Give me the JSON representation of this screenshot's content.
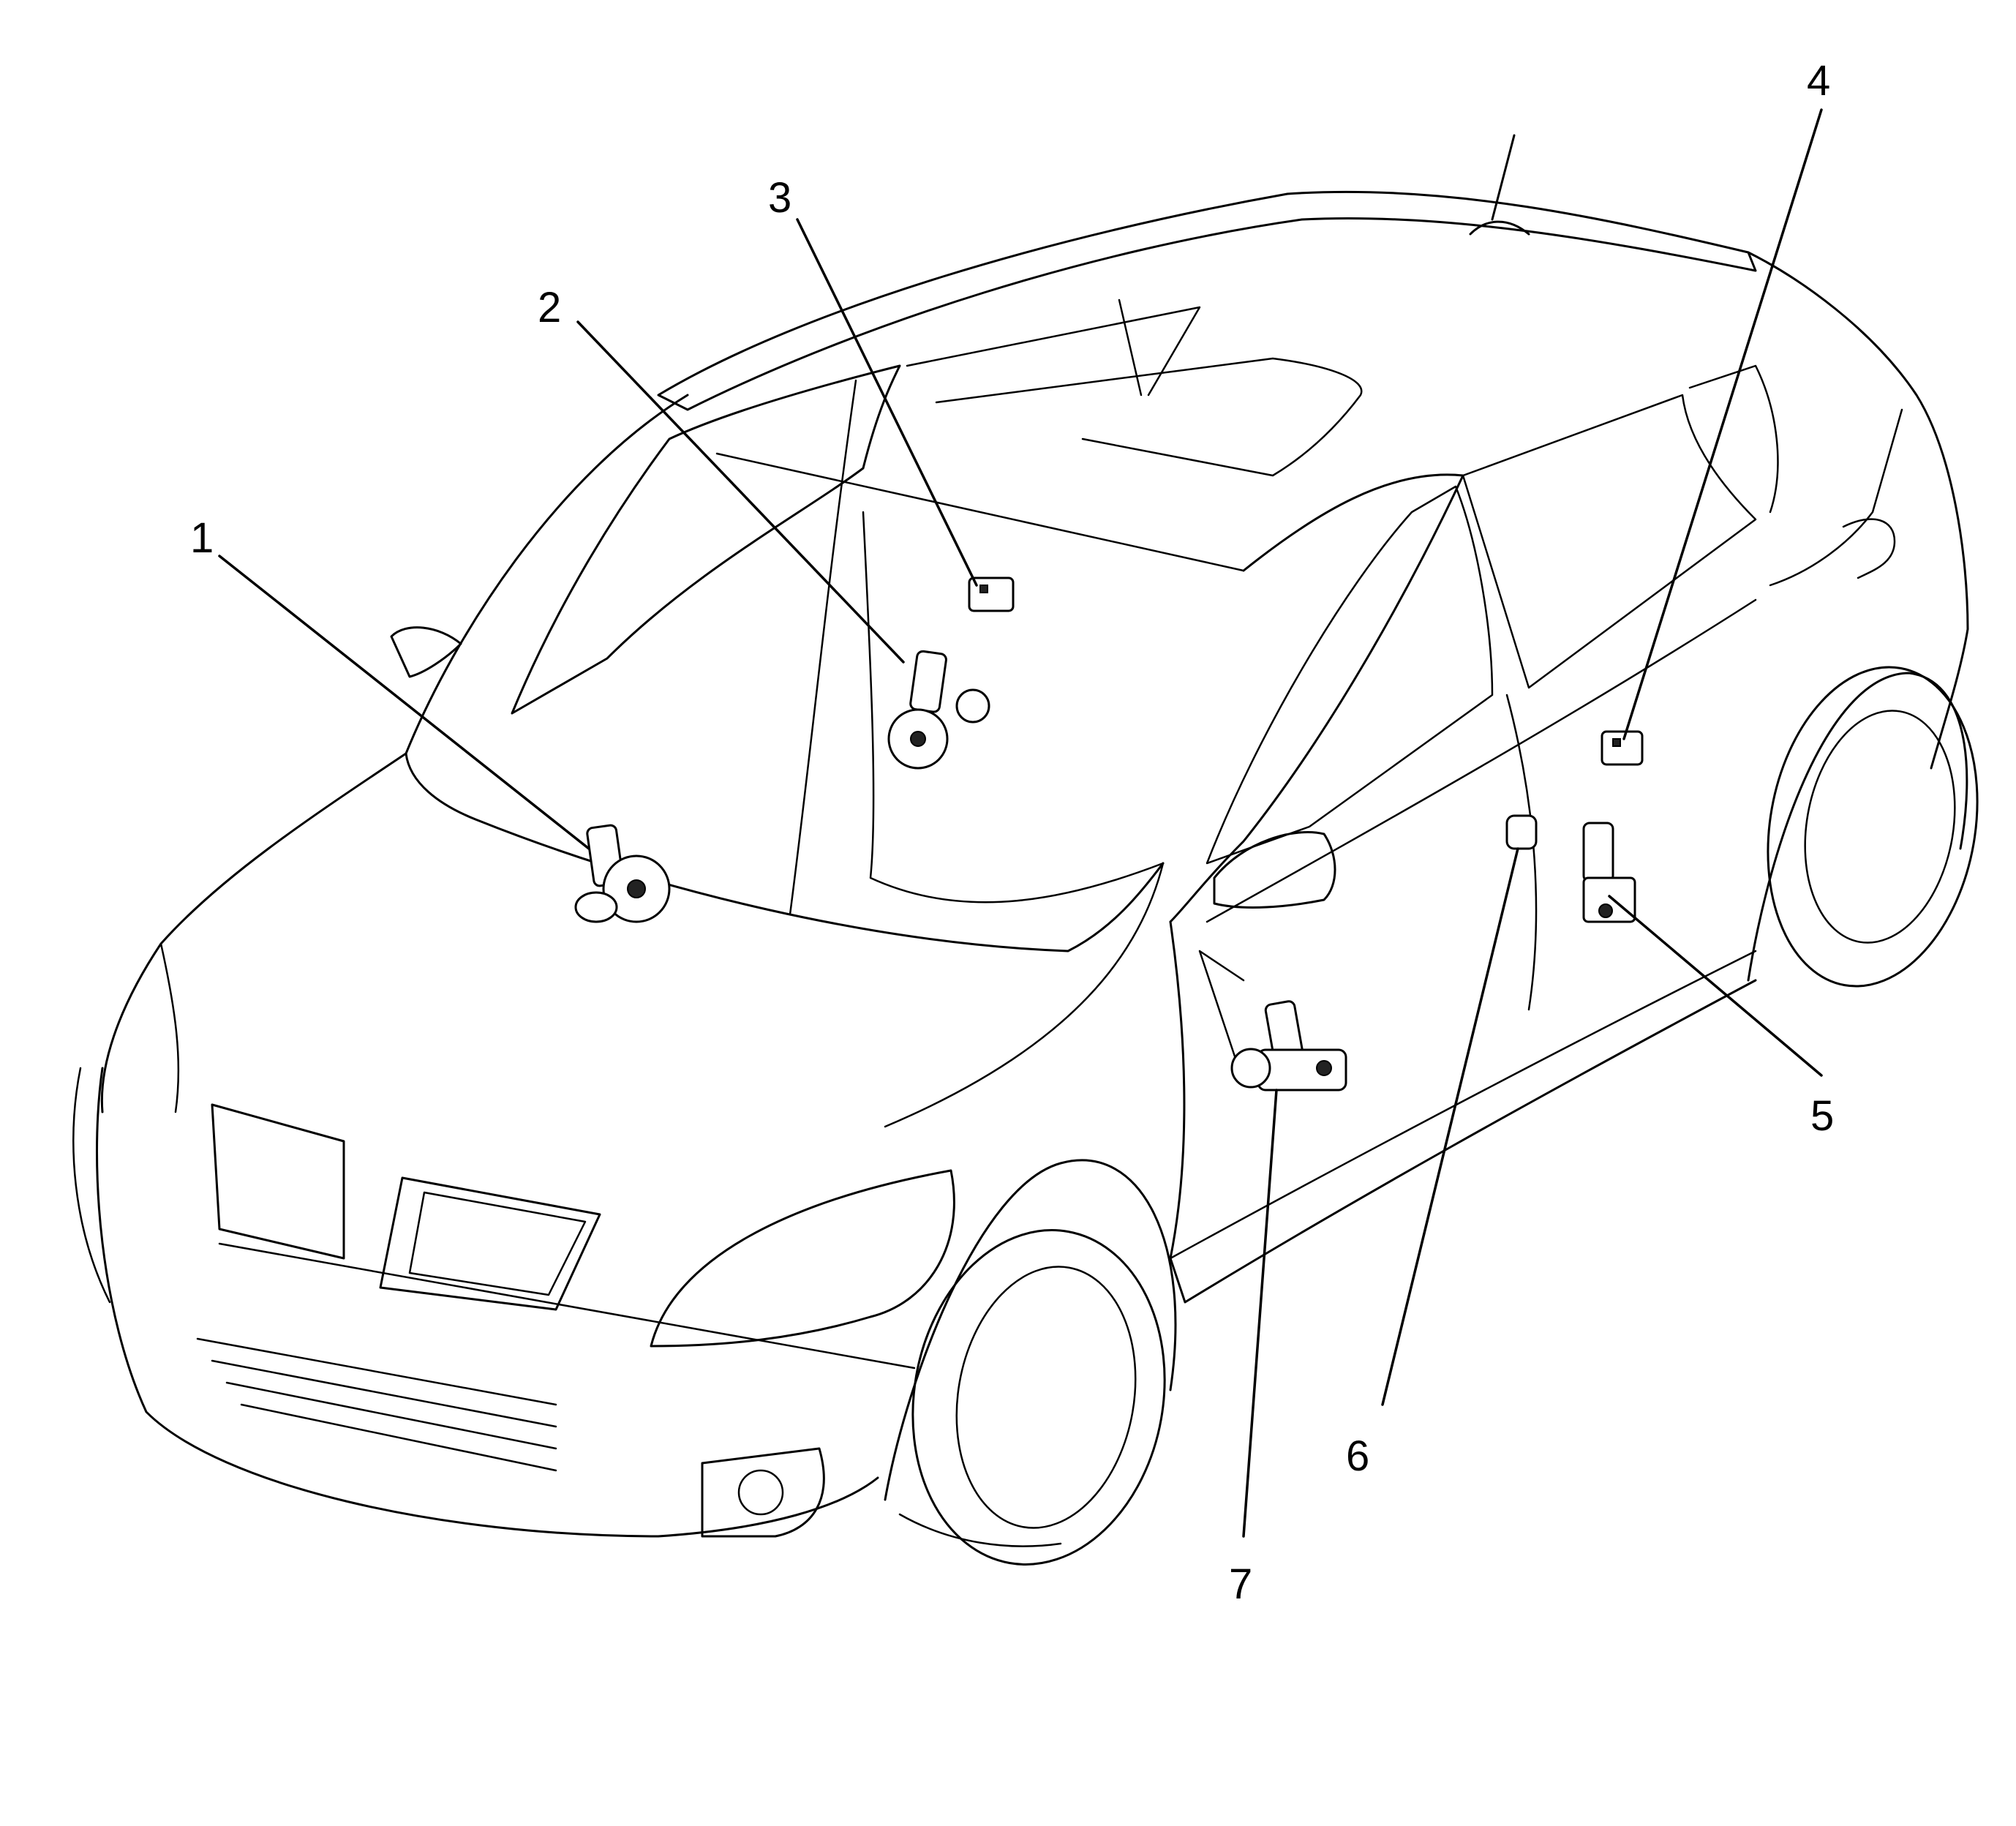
{
  "callouts": [
    {
      "label": "1",
      "icon": "window-motor-icon"
    },
    {
      "label": "2",
      "icon": "window-motor-icon"
    },
    {
      "label": "3",
      "icon": "window-switch-icon"
    },
    {
      "label": "4",
      "icon": "window-switch-icon"
    },
    {
      "label": "5",
      "icon": "window-motor-icon"
    },
    {
      "label": "6",
      "icon": "window-switch-icon"
    },
    {
      "label": "7",
      "icon": "window-motor-icon"
    }
  ],
  "colors": {
    "line": "#000000",
    "background": "#ffffff"
  }
}
